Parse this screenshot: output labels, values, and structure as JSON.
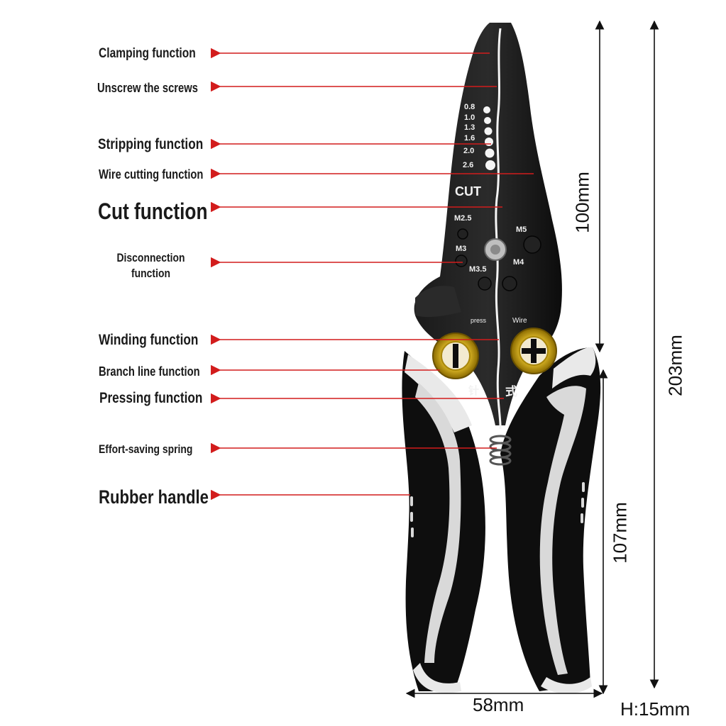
{
  "callouts": [
    {
      "id": "clamping",
      "text": "Clamping function"
    },
    {
      "id": "unscrew",
      "text": "Unscrew the screws"
    },
    {
      "id": "stripping",
      "text": "Stripping function"
    },
    {
      "id": "wire-cutting",
      "text": "Wire cutting function"
    },
    {
      "id": "cut",
      "text": "Cut function"
    },
    {
      "id": "disconnection",
      "text": "Disconnection function"
    },
    {
      "id": "winding",
      "text": "Winding function"
    },
    {
      "id": "branch-line",
      "text": "Branch line function"
    },
    {
      "id": "pressing",
      "text": "Pressing function"
    },
    {
      "id": "spring",
      "text": "Effort-saving spring"
    },
    {
      "id": "handle",
      "text": "Rubber handle"
    }
  ],
  "dimensions": {
    "head_length": "100mm",
    "total_length": "203mm",
    "handle_length": "107mm",
    "width": "58mm",
    "height": "H:15mm"
  },
  "tool_markings": {
    "gauges": [
      "0.8",
      "1.0",
      "1.3",
      "1.6",
      "2.0",
      "2.6"
    ],
    "cut": "CUT",
    "screws": [
      "M2.5",
      "M3",
      "M3.5",
      "M4",
      "M5"
    ],
    "press": "press",
    "wire": "Wire",
    "chars": [
      "针",
      "式"
    ]
  },
  "colors": {
    "arrow": "#d21c1c",
    "tool_body": "#0e0e0e",
    "handle_trim": "#e8e8e8",
    "rivet_gold": "#c9a20a"
  }
}
